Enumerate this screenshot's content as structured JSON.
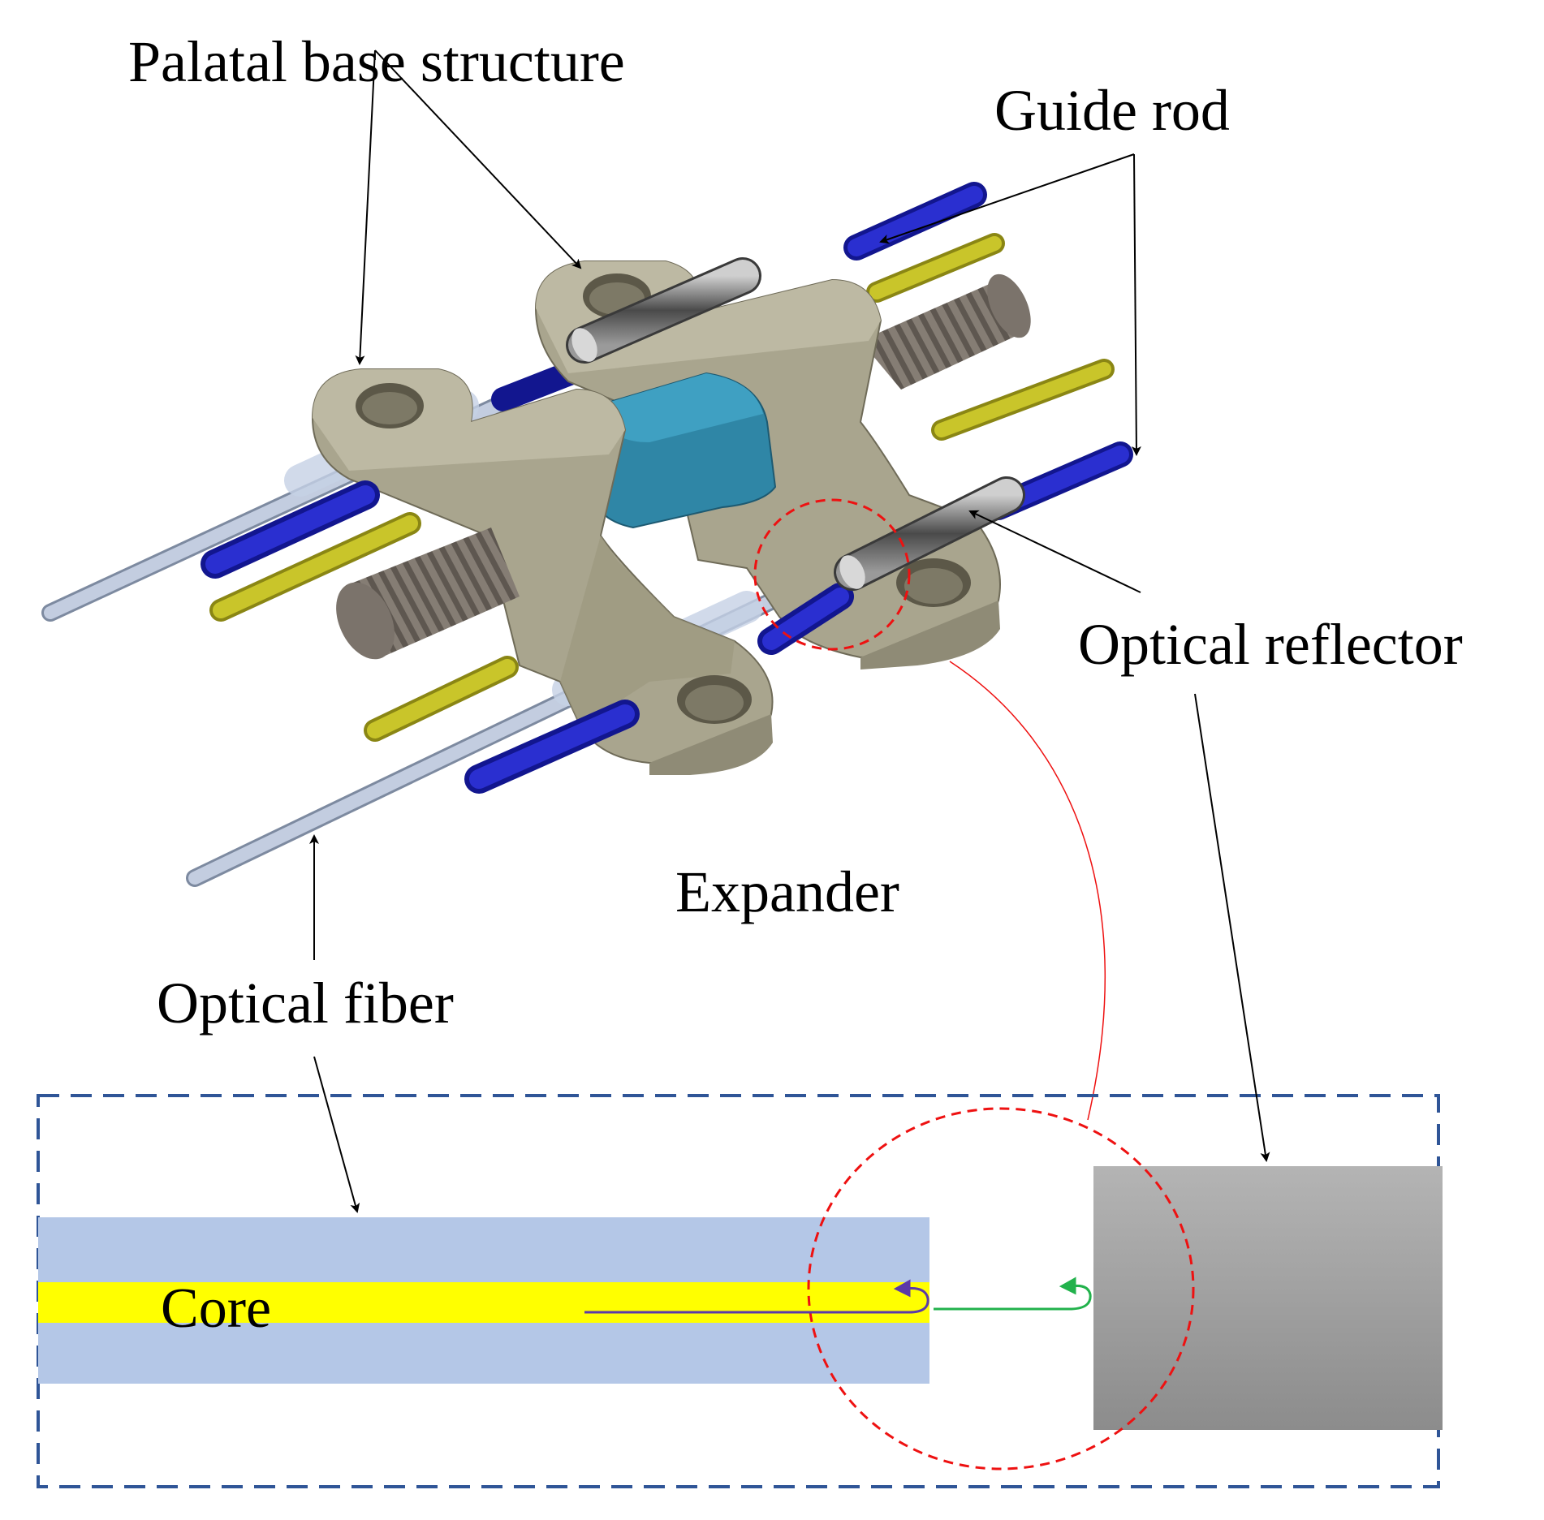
{
  "labels": {
    "palatal_base": "Palatal base structure",
    "guide_rod": "Guide rod",
    "optical_reflector": "Optical reflector",
    "expander": "Expander",
    "optical_fiber": "Optical fiber",
    "core": "Core"
  },
  "colors": {
    "base_body": "#a9a58e",
    "base_top": "#bdb9a3",
    "base_side": "#8f8b76",
    "expander_block": "#2f86a6",
    "guide_rod_blue": "#1a1fb5",
    "guide_rod_yellow": "#b8b41c",
    "screw": "#7b736b",
    "reflector_rod": "#5e5e5e",
    "fiber": "#b9c4d6",
    "cladding": "#b4c7e7",
    "core": "#ffff00",
    "reflector_block": "#a0a0a0",
    "detail_frame": "#2f5597",
    "highlight_circle": "#ee1111",
    "incident_light": "#5b3aa8",
    "reflected_light": "#22b24c"
  }
}
